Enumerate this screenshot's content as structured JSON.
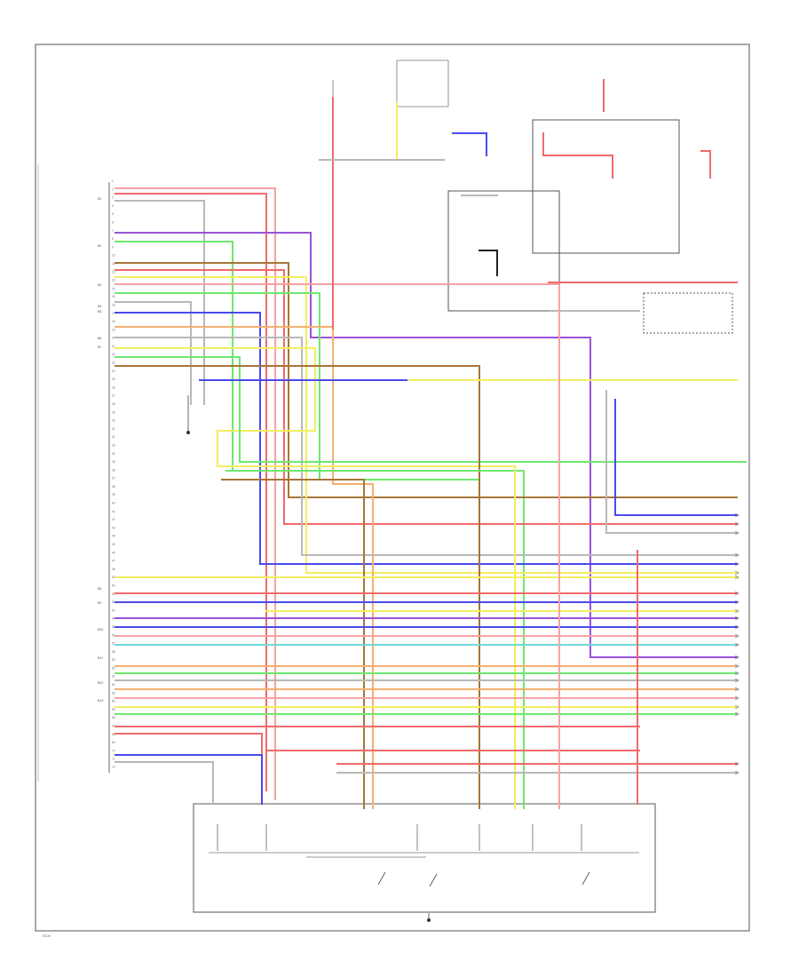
{
  "wire_colors": {
    "red": "#f06a6a",
    "pink": "#f5a3a3",
    "yellow": "#f2ee60",
    "green": "#6ee86e",
    "blue": "#4a4af0",
    "violet": "#9a52d8",
    "brown": "#a87538",
    "orange": "#f4b070",
    "gray": "#b8b8b8",
    "black": "#222222",
    "cyan": "#6fd8d8"
  },
  "ecm": {
    "pins": [
      "1",
      "2",
      "3",
      "4",
      "5",
      "6",
      "7",
      "8",
      "9",
      "10",
      "11",
      "12",
      "13",
      "14",
      "15",
      "16",
      "17",
      "18",
      "19",
      "20",
      "21",
      "22",
      "23",
      "24",
      "25",
      "26",
      "27",
      "28",
      "29",
      "30",
      "31",
      "32",
      "33",
      "34",
      "35",
      "36",
      "37",
      "38",
      "39",
      "40",
      "41",
      "42",
      "43",
      "44",
      "45",
      "46",
      "47",
      "48",
      "49",
      "50",
      "51",
      "52",
      "53",
      "54",
      "55",
      "56",
      "57",
      "58",
      "59",
      "60",
      "61",
      "62",
      "63",
      "64",
      "65",
      "66",
      "67",
      "68",
      "69",
      "70",
      "71",
      "72"
    ],
    "side_labels": [
      "B1",
      "B2",
      "B3",
      "B4",
      "B5",
      "B6",
      "B7",
      "B8",
      "B9",
      "B10",
      "B11",
      "B12",
      "B13",
      "B14",
      "B15",
      "B16",
      "B17"
    ]
  },
  "footer": {
    "text": "ECM"
  }
}
